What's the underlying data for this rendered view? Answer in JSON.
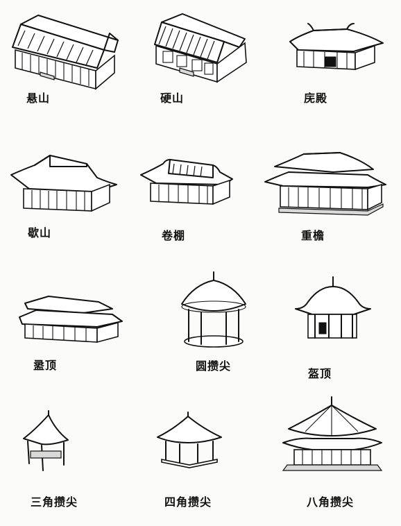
{
  "figure": {
    "items": [
      {
        "id": "xuanshan",
        "label": "悬山"
      },
      {
        "id": "yingshan",
        "label": "硬山"
      },
      {
        "id": "wudian",
        "label": "庑殿"
      },
      {
        "id": "xieshan",
        "label": "歇山"
      },
      {
        "id": "juanpeng",
        "label": "卷棚"
      },
      {
        "id": "chongyan",
        "label": "重檐"
      },
      {
        "id": "ding",
        "label": "盝顶"
      },
      {
        "id": "yuan_cuanjian",
        "label": "圆攒尖"
      },
      {
        "id": "ding2",
        "label": "盔顶"
      },
      {
        "id": "sanjiao",
        "label": "三角攒尖"
      },
      {
        "id": "sijiao",
        "label": "四角攒尖"
      },
      {
        "id": "bajiao",
        "label": "八角攒尖"
      }
    ]
  }
}
